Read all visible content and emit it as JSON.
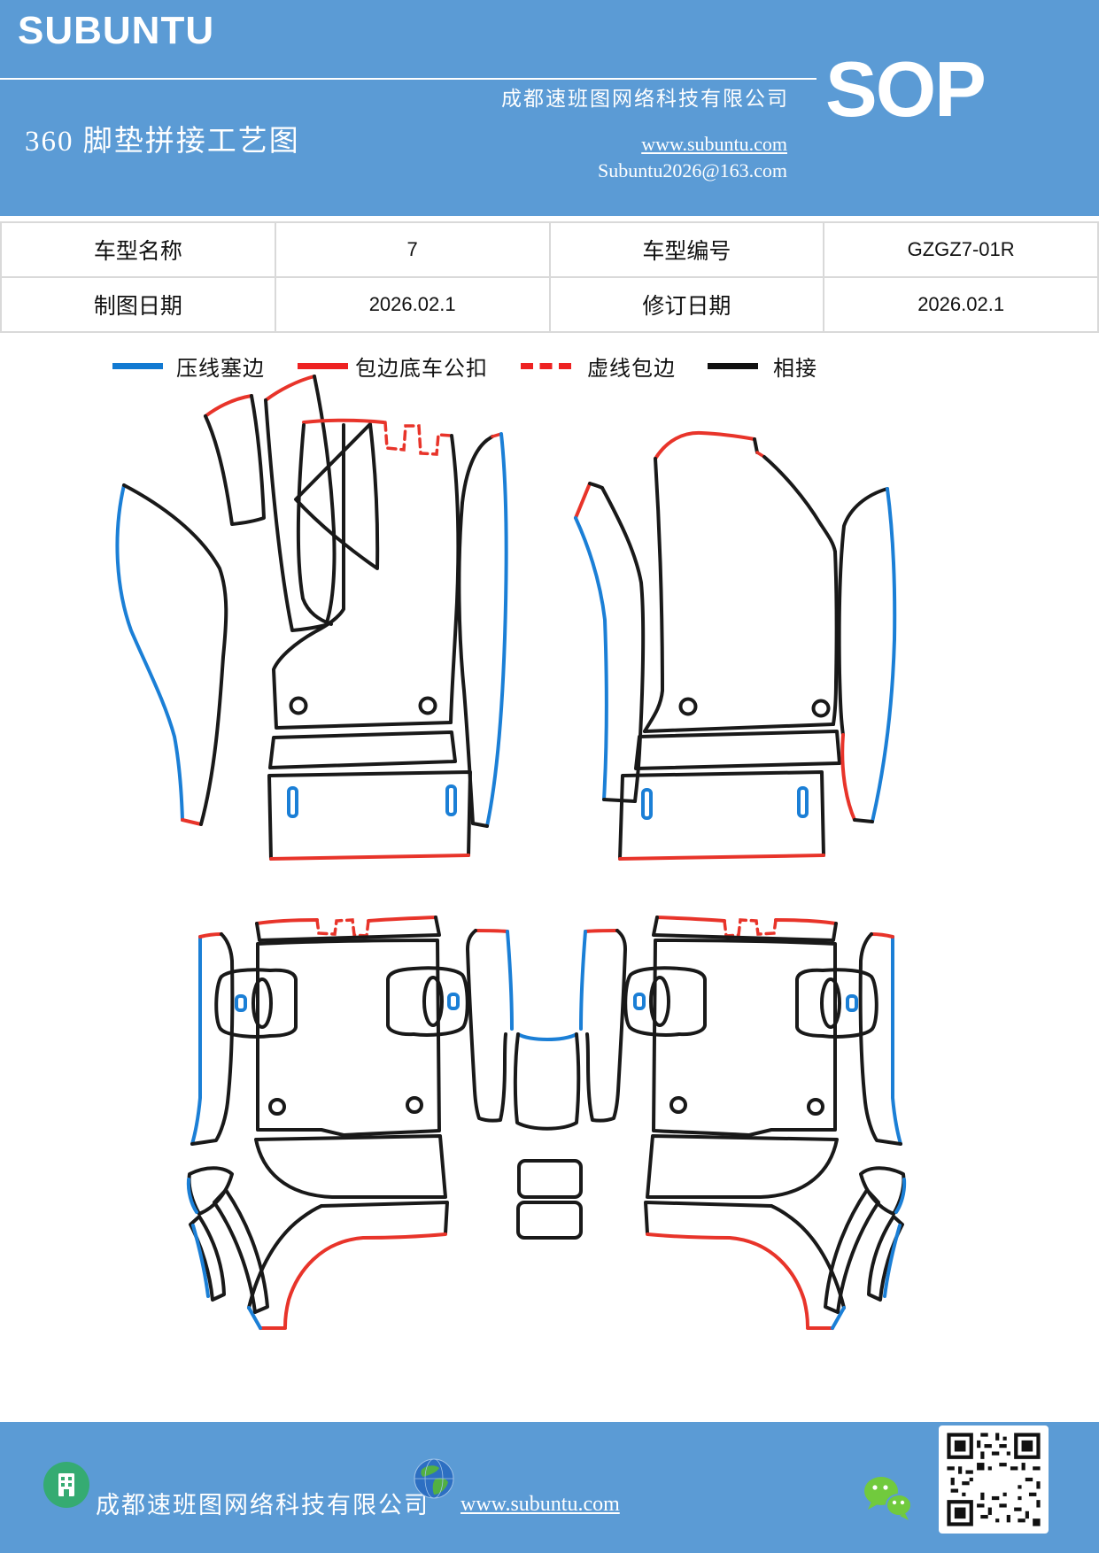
{
  "header": {
    "brand": "SUBUNTU",
    "title": "360 脚垫拼接工艺图",
    "company": "成都速班图网络科技有限公司",
    "website": "www.subuntu.com",
    "email": "Subuntu2026@163.com",
    "sop_label": "SOP"
  },
  "info_table": {
    "rows": [
      [
        {
          "label": "车型名称",
          "value": "7"
        },
        {
          "label": "车型编号",
          "value": "GZGZ7-01R"
        }
      ],
      [
        {
          "label": "制图日期",
          "value": "2026.02.1"
        },
        {
          "label": "修订日期",
          "value": "2026.02.1"
        }
      ]
    ]
  },
  "legend": {
    "items": [
      {
        "label": "压线塞边",
        "style": "solid",
        "color": "#127ad2"
      },
      {
        "label": "包边底车公扣",
        "style": "solid",
        "color": "#ee2222"
      },
      {
        "label": "虚线包边",
        "style": "dashed",
        "color": "#ee2222"
      },
      {
        "label": "相接",
        "style": "solid",
        "color": "#111111"
      }
    ]
  },
  "colors": {
    "accent_blue": "#5b9bd5",
    "line_blue": "#1b7fd6",
    "line_red": "#e8342a",
    "line_black": "#191919"
  },
  "footer": {
    "company": "成都速班图网络科技有限公司",
    "website": "www.subuntu.com"
  }
}
